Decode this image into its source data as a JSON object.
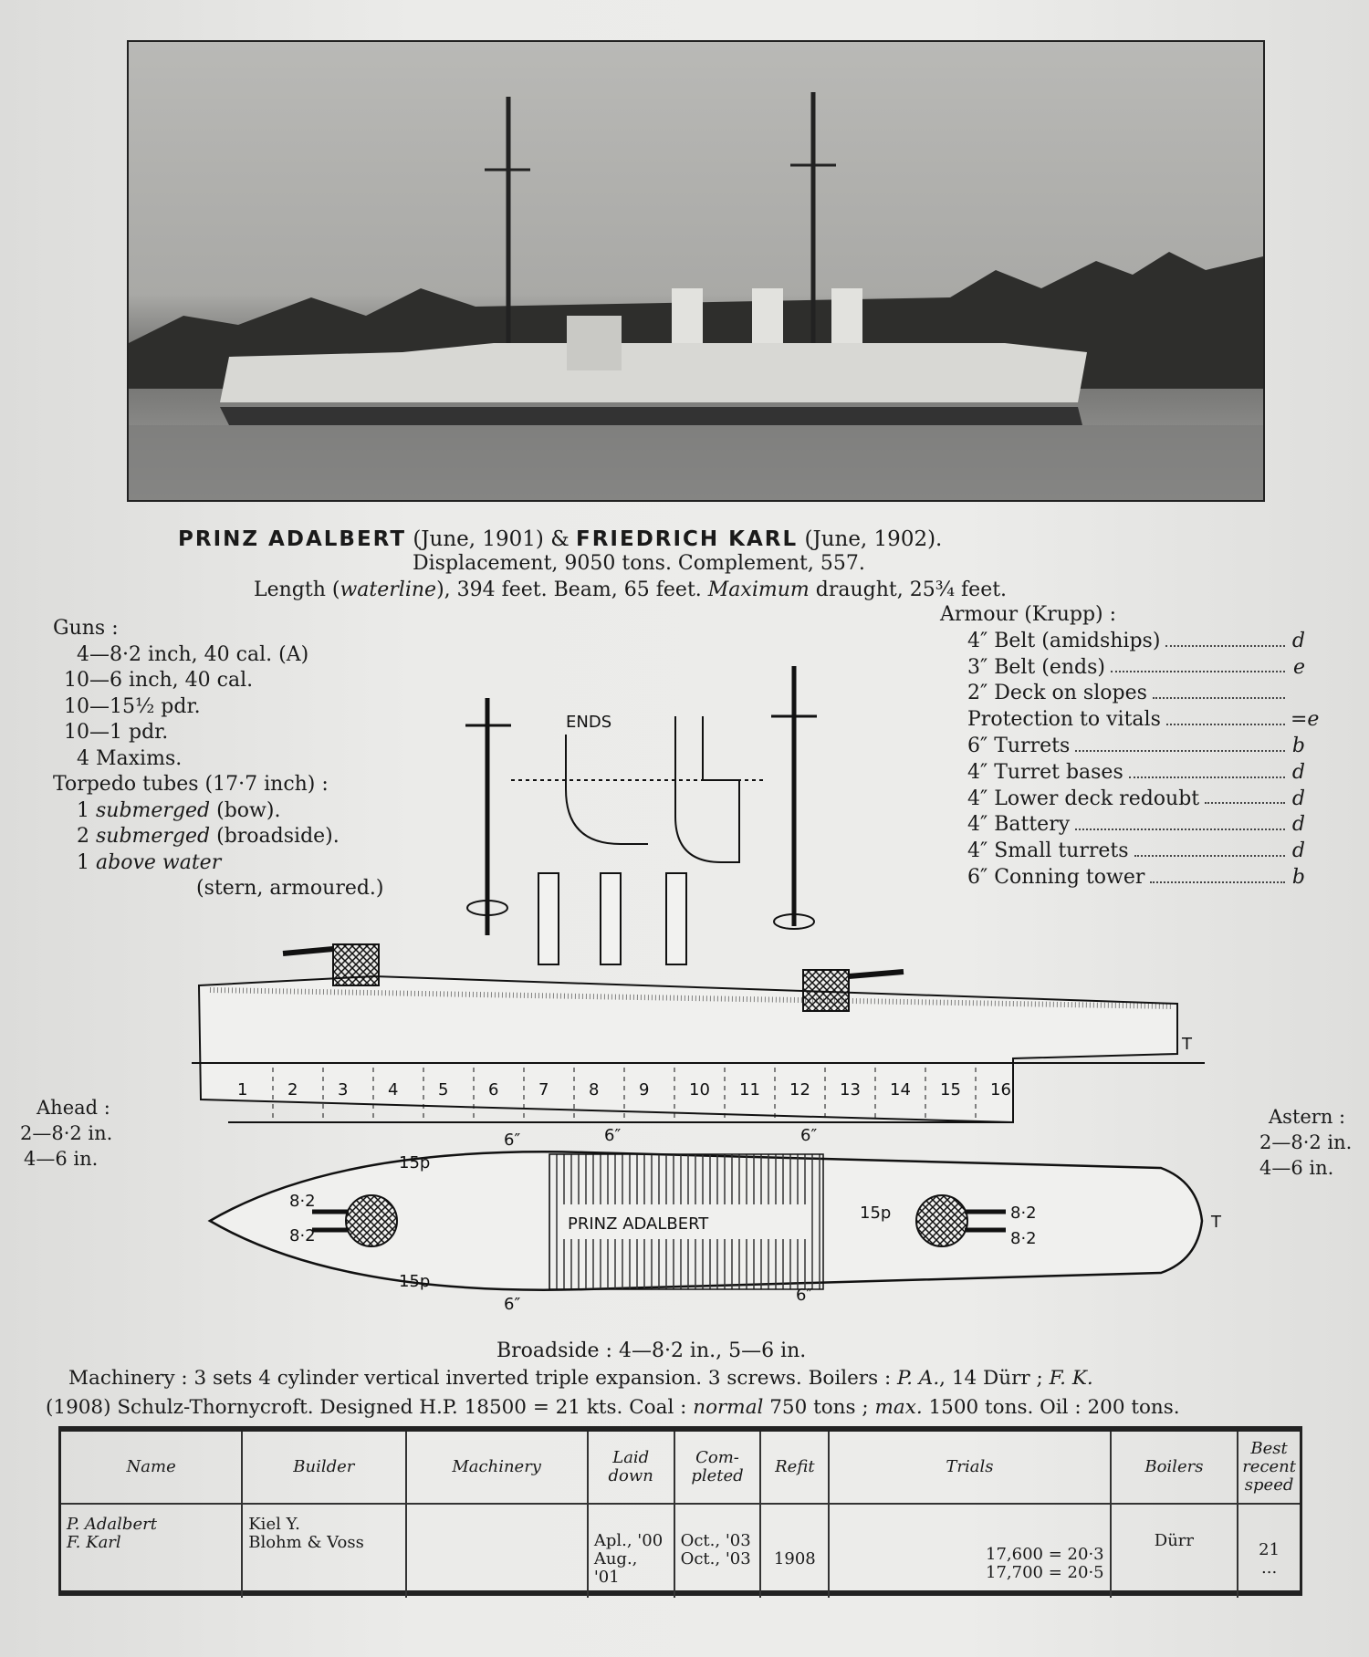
{
  "heading": {
    "ship1": "PRINZ ADALBERT",
    "ship1_date": "(June, 1901)",
    "amp": "&",
    "ship2": "FRIEDRICH KARL",
    "ship2_date": "(June, 1902).",
    "line2": "Displacement, 9050 tons.   Complement, 557.",
    "line3a": "Length (",
    "line3b": "waterline",
    "line3c": "), 394 feet.   Beam, 65 feet.   ",
    "line3d": "Maximum",
    "line3e": " draught, 25¾ feet."
  },
  "guns": {
    "title": "Guns :",
    "items": [
      "4—8·2 inch, 40 cal. (A)",
      "10—6 inch, 40 cal.",
      "10—15½ pdr.",
      "10—1 pdr.",
      "4 Maxims."
    ],
    "torpedo_title": "Torpedo tubes (17·7 inch) :",
    "torpedo": [
      {
        "num": "1",
        "kind": "submerged",
        "where": "(bow)."
      },
      {
        "num": "2",
        "kind": "submerged",
        "where": "(broadside)."
      },
      {
        "num": "1",
        "kind": "above water",
        "where": ""
      }
    ],
    "torpedo_note": "(stern, armoured.)"
  },
  "armour": {
    "title": "Armour (Krupp) :",
    "items": [
      {
        "label": "4″ Belt (amidships)",
        "grade": "d"
      },
      {
        "label": "3″ Belt (ends)",
        "grade": "e"
      },
      {
        "label": "2″ Deck on slopes",
        "grade": ""
      },
      {
        "label": "Protection to vitals",
        "grade": "=e"
      },
      {
        "label": "6″ Turrets",
        "grade": "b"
      },
      {
        "label": "4″ Turret bases",
        "grade": "d"
      },
      {
        "label": "4″ Lower deck redoubt",
        "grade": "d"
      },
      {
        "label": "4″ Battery",
        "grade": "d"
      },
      {
        "label": "4″ Small turrets",
        "grade": "d"
      },
      {
        "label": "6″ Conning tower",
        "grade": "b"
      }
    ]
  },
  "diagram": {
    "ends_label": "ENDS",
    "compartments": [
      "1",
      "2",
      "3",
      "4",
      "5",
      "6",
      "7",
      "8",
      "9",
      "10",
      "11",
      "12",
      "13",
      "14",
      "15",
      "16"
    ],
    "torpedo_mark": "T",
    "plan_name": "PRINZ ADALBERT",
    "plan_labels": {
      "big": "8·2",
      "six": "6″",
      "fifteen": "15p"
    }
  },
  "ahead": {
    "title": "Ahead :",
    "lines": [
      "2—8·2 in.",
      "4—6 in."
    ]
  },
  "astern": {
    "title": "Astern :",
    "lines": [
      "2—8·2 in.",
      "4—6 in."
    ]
  },
  "broadside": "Broadside : 4—8·2 in., 5—6 in.",
  "machinery": {
    "line1a": "Machinery :  3 sets 4 cylinder vertical inverted triple expansion.   3 screws.   Boilers : ",
    "line1b": "P. A.",
    "line1c": ", 14 Dürr ;  ",
    "line1d": "F. K.",
    "line2a": "(1908) Schulz-Thornycroft.  Designed H.P. 18500 = 21 kts.  Coal : ",
    "line2b": "normal",
    "line2c": " 750 tons ;  ",
    "line2d": "max.",
    "line2e": " 1500 tons.   Oil : 200 tons."
  },
  "table": {
    "headers": [
      "Name",
      "Builder",
      "Machinery",
      "Laid down",
      "Com-pleted",
      "Refit",
      "Trials",
      "Boilers",
      "Best recent speed"
    ],
    "rows": [
      {
        "name": "P. Adalbert",
        "builder": "Kiel Y.",
        "machinery": "",
        "laid": "Apl., '00",
        "completed": "Oct., '03",
        "refit": "",
        "trials": "17,600 = 20·3",
        "boilers": "Dürr",
        "speed": "21"
      },
      {
        "name": "F. Karl",
        "builder": "Blohm & Voss",
        "machinery": "",
        "laid": "Aug., '01",
        "completed": "Oct., '03",
        "refit": "1908",
        "trials": "17,700 = 20·5",
        "boilers": "",
        "speed": "..."
      }
    ]
  }
}
